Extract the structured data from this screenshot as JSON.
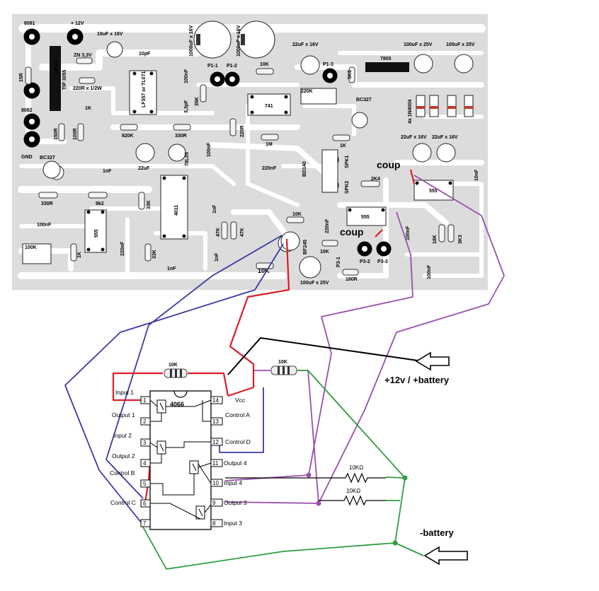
{
  "pcb": {
    "connectors": {
      "b081": "8081",
      "b082": "8082",
      "gnd": "GND",
      "plus12": "+ 12V",
      "spk1": "SPK1",
      "spk2": "SPK2"
    },
    "components": {
      "c100nf_top": "100nF",
      "c10uf16": "10uF x 16V",
      "c1000uf_a": "1000uF x 16V",
      "c1000uf_b": "1000uF x 16V",
      "c22uf16": "22uF x 16V",
      "c100uf25_a": "100uF x 25V",
      "c100uf25_b": "100uF x 25V",
      "ic7805": "7805",
      "zener": "ZN 3,3V",
      "tip3055": "TIP 3055",
      "r15r": "15R",
      "r220r": "220R x 1/2W",
      "r1k_a": "1K",
      "c10pf": "10pF",
      "lf357": "LF357 or TL071",
      "c100nf_b": "100nF",
      "c3_3pf": "3,3pF",
      "r35k": "35K",
      "p1_1": "P1-1",
      "p1_2": "P1-2",
      "r10k_a": "10K",
      "ic741": "741",
      "r220k": "220K",
      "p1_3": "P1-3",
      "r5k6": "5K6",
      "bc327_a": "BC327",
      "diodes": "4x 1N4004",
      "c22uf16_b": "22uF x 16V",
      "c22uf16_c": "22uF x 16V",
      "r150r": "150R",
      "r100r": "100R",
      "r820k": "820K",
      "r330r": "330R",
      "r220r_b": "220R",
      "r1m": "1M",
      "r1k_b": "1K",
      "bc327_b": "BC327",
      "c22uf": "22uF",
      "ic78l05": "78L05",
      "c100nf_c": "100nF",
      "c220nf": "220nF",
      "bd140": "BD140",
      "r2k4": "2K4",
      "ic555_a": "555",
      "c10nf": "10nF",
      "c1nf_a": "1nF",
      "r330r_b": "330R",
      "r9k2": "9k2",
      "r33k": "33K",
      "ic4011": "4011",
      "c1nf_b": "1nF",
      "c100nf_d": "100nF",
      "ic555_b": "555",
      "r10k_b": "10K",
      "c220nf_b": "220nF",
      "ic555_c": "555",
      "p100k": "100K",
      "r1k_c": "1K",
      "c220nf_c": "220nF",
      "r33k_b": "33K",
      "c1nf_c": "1nF",
      "r47k_a": "47K",
      "r47k_b": "47K",
      "c1nf_d": "1nF",
      "bf245": "BF245",
      "r10k_c": "10K",
      "r10k_red": "10K",
      "p3_1": "P3-1",
      "p3_2": "P3-2",
      "p3_3": "P3-3",
      "c100uf25_c": "100uF x 25V",
      "r180r": "180R",
      "r18k": "18K",
      "r3k3": "3K3",
      "c100nf_e": "100nF",
      "c100nf_f": "100nF"
    },
    "coup_a": "coup",
    "coup_b": "coup"
  },
  "overlay": {
    "chip_name": "4066",
    "resistor_top_a": "10K",
    "resistor_top_b": "10K",
    "resistor_c": "10KΩ",
    "resistor_d": "10KΩ",
    "pins_left": [
      {
        "num": "1",
        "label": "Input 1"
      },
      {
        "num": "2",
        "label": "Output 1"
      },
      {
        "num": "3",
        "label": "Input 2"
      },
      {
        "num": "4",
        "label": "Output 2"
      },
      {
        "num": "5",
        "label": "Control B"
      },
      {
        "num": "6",
        "label": "Control C"
      },
      {
        "num": "7",
        "label": ""
      }
    ],
    "pins_right": [
      {
        "num": "14",
        "label": "Vcc"
      },
      {
        "num": "13",
        "label": "Control A"
      },
      {
        "num": "12",
        "label": "Control D"
      },
      {
        "num": "11",
        "label": "Output 4"
      },
      {
        "num": "10",
        "label": "Input 4"
      },
      {
        "num": "9",
        "label": "Output 3"
      },
      {
        "num": "8",
        "label": "Input 3"
      }
    ],
    "plus_battery": "+12v  / +battery",
    "minus_battery": "-battery"
  },
  "colors": {
    "board": "#dcdcdc",
    "trace": "#ffffff",
    "wire_blue": "#3a3aa6",
    "wire_purple": "#9a4fb0",
    "wire_red": "#d81f26",
    "wire_green": "#2e9e3e",
    "wire_black": "#000000"
  }
}
